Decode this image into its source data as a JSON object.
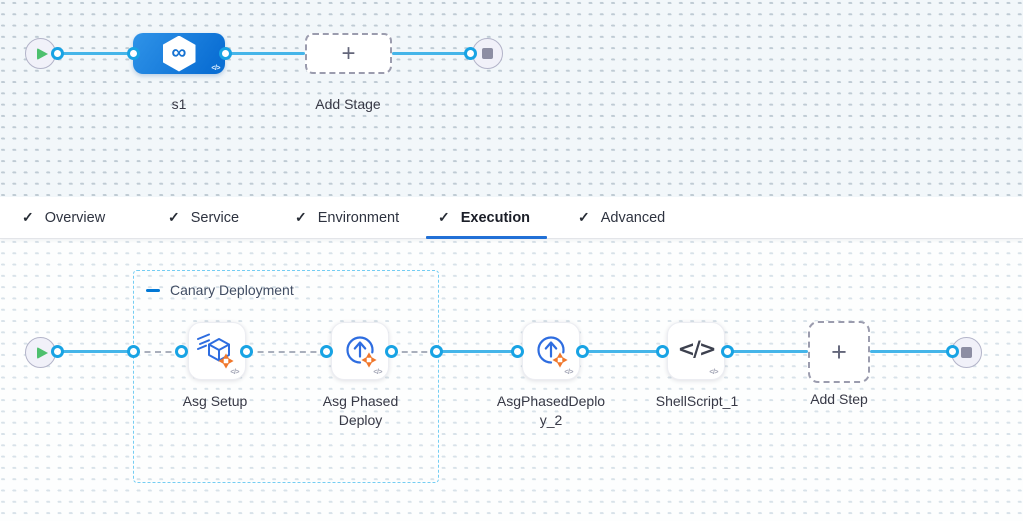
{
  "stage_flow": {
    "stage_name": "s1",
    "add_stage_label": "Add Stage",
    "code_badge": "</>"
  },
  "glyphs": {
    "check": "✓",
    "plus": "+",
    "infinity": "∞",
    "shell": "</>"
  },
  "tabs": [
    {
      "label": "Overview",
      "checked": true,
      "active": false
    },
    {
      "label": "Service",
      "checked": true,
      "active": false
    },
    {
      "label": "Environment",
      "checked": true,
      "active": false
    },
    {
      "label": "Execution",
      "checked": true,
      "active": true
    },
    {
      "label": "Advanced",
      "checked": true,
      "active": false
    }
  ],
  "execution_flow": {
    "group_label": "Canary Deployment",
    "steps": [
      {
        "label": "Asg Setup",
        "icon": "asg-setup-icon"
      },
      {
        "label": "Asg Phased Deploy",
        "icon": "asg-phased-deploy-icon"
      },
      {
        "label": "AsgPhasedDeploy_2",
        "icon": "asg-phased-deploy-icon"
      },
      {
        "label": "ShellScript_1",
        "icon": "shell-script-icon"
      }
    ],
    "add_step_label": "Add Step",
    "code_badge": "</>"
  },
  "colors": {
    "connector": "#45b5e9",
    "port_ring": "#18a3e4",
    "group_border": "#74cdf3",
    "active_tab_underline": "#2170d6",
    "stage_gradient": [
      "#2f93e8",
      "#0b6fd4"
    ],
    "step_icon_blue": "#2e6de0",
    "orange_accent": "#f0772b",
    "start_green": "#4ec06e",
    "stop_gray": "#8d8ea3"
  }
}
